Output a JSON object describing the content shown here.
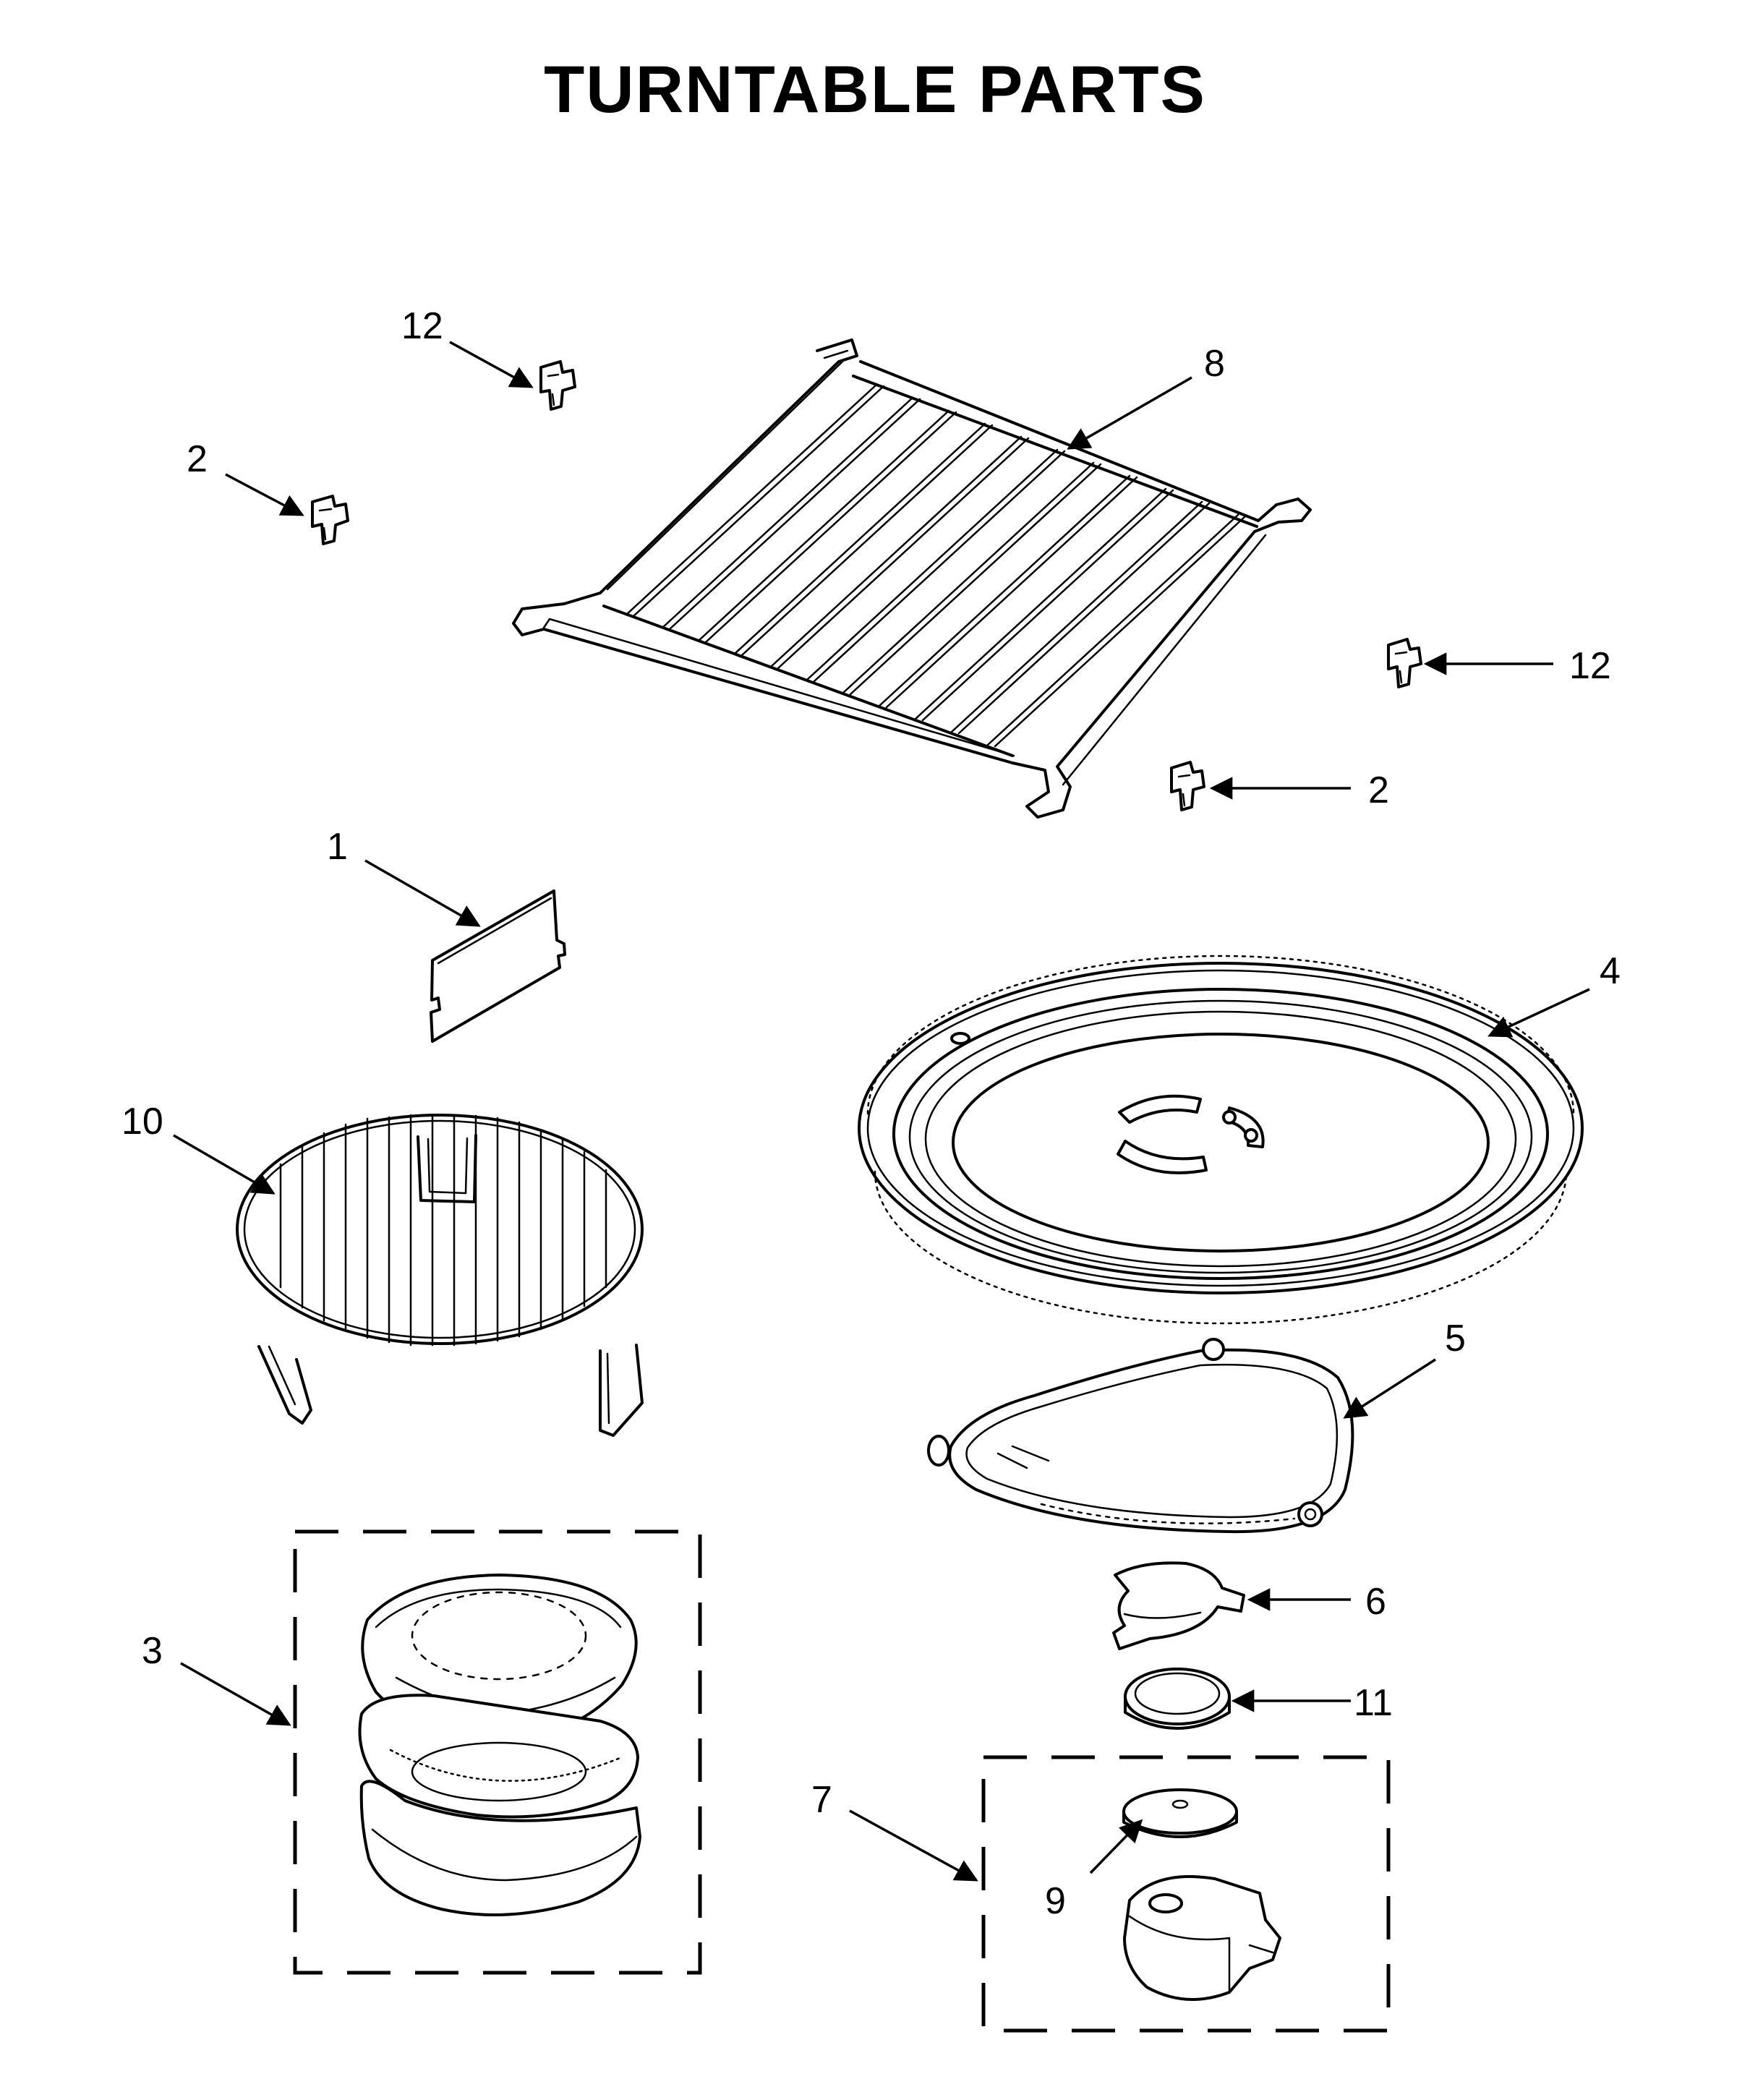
{
  "title": "TURNTABLE PARTS",
  "callouts": {
    "c12a": "12",
    "c2a": "2",
    "c8": "8",
    "c12b": "12",
    "c2b": "2",
    "c1": "1",
    "c4": "4",
    "c10": "10",
    "c5": "5",
    "c6": "6",
    "c3": "3",
    "c11": "11",
    "c7": "7",
    "c9": "9"
  }
}
